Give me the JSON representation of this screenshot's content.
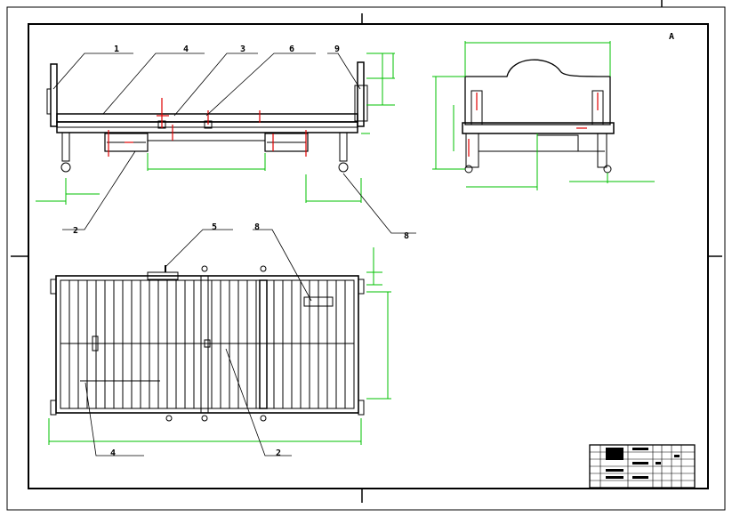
{
  "drawing": {
    "part_labels": [
      {
        "id": "label-1",
        "text": "1"
      },
      {
        "id": "label-top-left-4",
        "text": "4"
      },
      {
        "id": "label-3",
        "text": "3"
      },
      {
        "id": "label-6",
        "text": "6"
      },
      {
        "id": "label-9",
        "text": "9"
      },
      {
        "id": "label-lower-2",
        "text": "2"
      },
      {
        "id": "label-8",
        "text": "8"
      },
      {
        "id": "label-5",
        "text": "5"
      },
      {
        "id": "label-right-8",
        "text": "8"
      },
      {
        "id": "label-bottom-4",
        "text": "4"
      },
      {
        "id": "label-bottom-2",
        "text": "2"
      }
    ],
    "view_label": "A"
  },
  "colors": {
    "outline": "#000000",
    "dimension": "#00c000",
    "centerline": "#e00000"
  }
}
